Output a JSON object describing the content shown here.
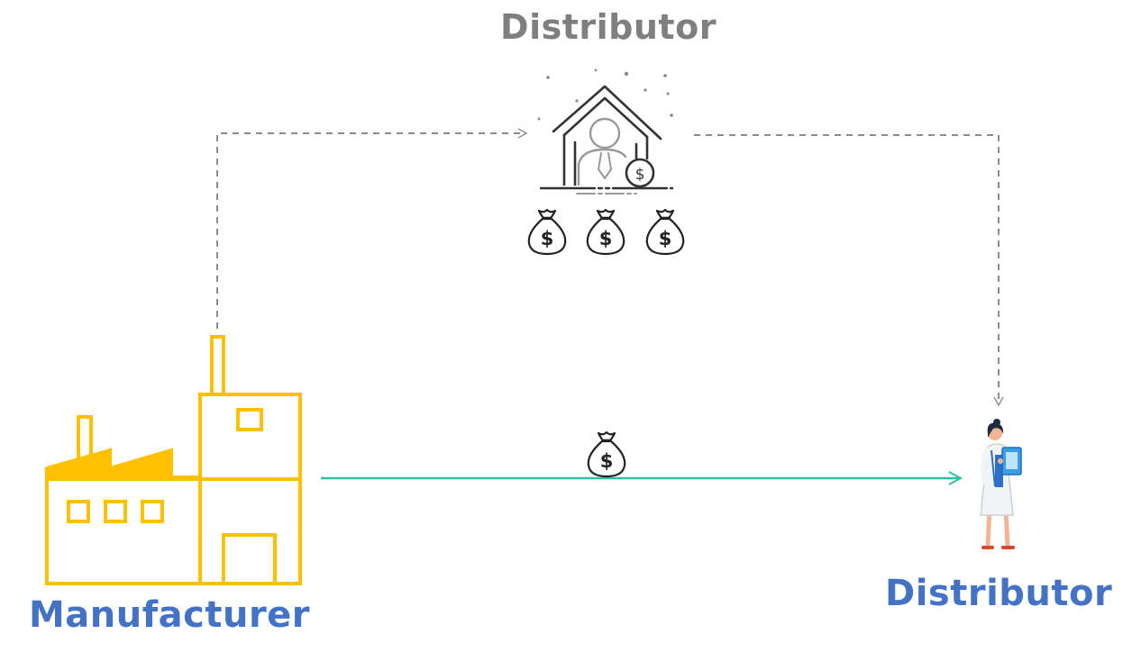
{
  "labels": {
    "top": "Distributor",
    "left": "Manufacturer",
    "right": "Distributor"
  },
  "colors": {
    "top_label": "#7f7f7f",
    "side_label": "#4472c4",
    "factory": "#ffc000",
    "flow_arrow": "#2ebfa5",
    "dashed_arrow": "#8c8c8c",
    "icon_outline": "#333333"
  },
  "icons": {
    "factory": "factory-icon",
    "distributor": "house-person-dollar-icon",
    "money_bags": "money-bag-icon",
    "flow_money": "money-bag-icon",
    "doctor": "doctor-clipboard-icon"
  }
}
